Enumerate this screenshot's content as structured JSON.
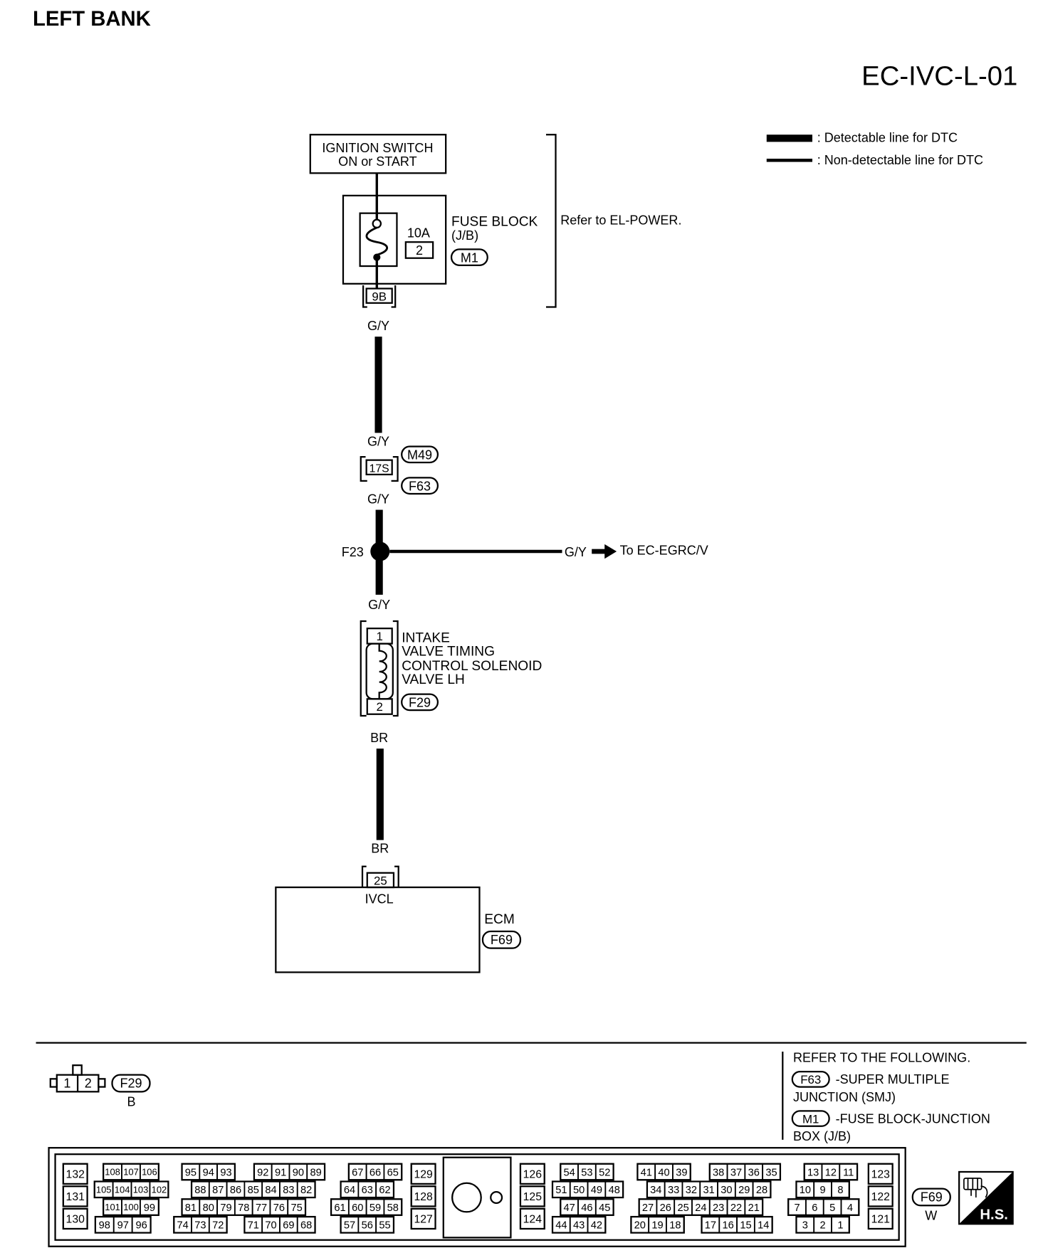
{
  "header": {
    "section": "LEFT BANK",
    "diagram_code": "EC-IVC-L-01"
  },
  "legend": {
    "detectable": ": Detectable line for DTC",
    "non_detectable": ": Non-detectable line for DTC"
  },
  "colors": {
    "ink": "#000000",
    "paper": "#ffffff"
  },
  "ignition_switch": {
    "line1": "IGNITION SWITCH",
    "line2": "ON or START"
  },
  "fuse_block": {
    "fuse_rating": "10A",
    "fuse_number": "2",
    "label_line1": "FUSE BLOCK",
    "label_line2": "(J/B)",
    "connector_id": "M1",
    "terminal": "9B",
    "reference": "Refer to EL-POWER."
  },
  "harness": {
    "fuse_out_wire": "G/Y",
    "junction_in_wire": "G/Y",
    "junction": {
      "terminal": "17S",
      "connector_upper": "M49",
      "connector_lower": "F63"
    },
    "junction_out_wire": "G/Y",
    "splice": {
      "id": "F23",
      "branch_wire": "G/Y",
      "branch_to": "To EC-EGRC/V"
    },
    "splice_out_wire": "G/Y",
    "solenoid": {
      "pin_in": "1",
      "pin_out": "2",
      "connector_id": "F29",
      "label": [
        "INTAKE",
        "VALVE TIMING",
        "CONTROL SOLENOID",
        "VALVE LH"
      ]
    },
    "solenoid_out_wire": "BR",
    "ecm_in_wire": "BR"
  },
  "ecm": {
    "terminal": "25",
    "terminal_name": "IVCL",
    "label": "ECM",
    "connector_id": "F69"
  },
  "connector_views": {
    "f29": {
      "pins": [
        "1",
        "2"
      ],
      "connector_id": "F29",
      "color": "B"
    },
    "references": {
      "heading": "REFER TO THE FOLLOWING.",
      "items": [
        {
          "connector_id": "F63",
          "text": "-SUPER MULTIPLE",
          "text_cont": "JUNCTION (SMJ)"
        },
        {
          "connector_id": "M1",
          "text": "-FUSE BLOCK-JUNCTION",
          "text_cont": "BOX (J/B)"
        }
      ]
    },
    "f69": {
      "connector_id": "F69",
      "color": "W",
      "badge": "H.S.",
      "terminal_segments": [
        [
          "132"
        ],
        [
          "131"
        ],
        [
          "130"
        ],
        [
          "108",
          "107",
          "106"
        ],
        [
          "105",
          "104",
          "103",
          "102"
        ],
        [
          "101",
          "100",
          "99"
        ],
        [
          "98",
          "97",
          "96"
        ],
        [
          "95",
          "94",
          "93"
        ],
        [
          "92",
          "91",
          "90",
          "89"
        ],
        [
          "88",
          "87",
          "86",
          "85",
          "84",
          "83",
          "82"
        ],
        [
          "81",
          "80",
          "79",
          "78",
          "77",
          "76",
          "75"
        ],
        [
          "74",
          "73",
          "72"
        ],
        [
          "71",
          "70",
          "69",
          "68"
        ],
        [
          "67",
          "66",
          "65"
        ],
        [
          "64",
          "63",
          "62"
        ],
        [
          "61",
          "60",
          "59",
          "58"
        ],
        [
          "57",
          "56",
          "55"
        ],
        [
          "129"
        ],
        [
          "128"
        ],
        [
          "127"
        ],
        [
          "126"
        ],
        [
          "125"
        ],
        [
          "124"
        ],
        [
          "54",
          "53",
          "52"
        ],
        [
          "51",
          "50",
          "49",
          "48"
        ],
        [
          "47",
          "46",
          "45"
        ],
        [
          "44",
          "43",
          "42"
        ],
        [
          "41",
          "40",
          "39"
        ],
        [
          "38",
          "37",
          "36",
          "35"
        ],
        [
          "34",
          "33",
          "32",
          "31",
          "30",
          "29",
          "28"
        ],
        [
          "27",
          "26",
          "25",
          "24",
          "23",
          "22",
          "21"
        ],
        [
          "20",
          "19",
          "18"
        ],
        [
          "17",
          "16",
          "15",
          "14"
        ],
        [
          "13",
          "12",
          "11"
        ],
        [
          "10",
          "9",
          "8"
        ],
        [
          "7",
          "6",
          "5",
          "4"
        ],
        [
          "3",
          "2",
          "1"
        ],
        [
          "123"
        ],
        [
          "122"
        ],
        [
          "121"
        ]
      ]
    }
  }
}
